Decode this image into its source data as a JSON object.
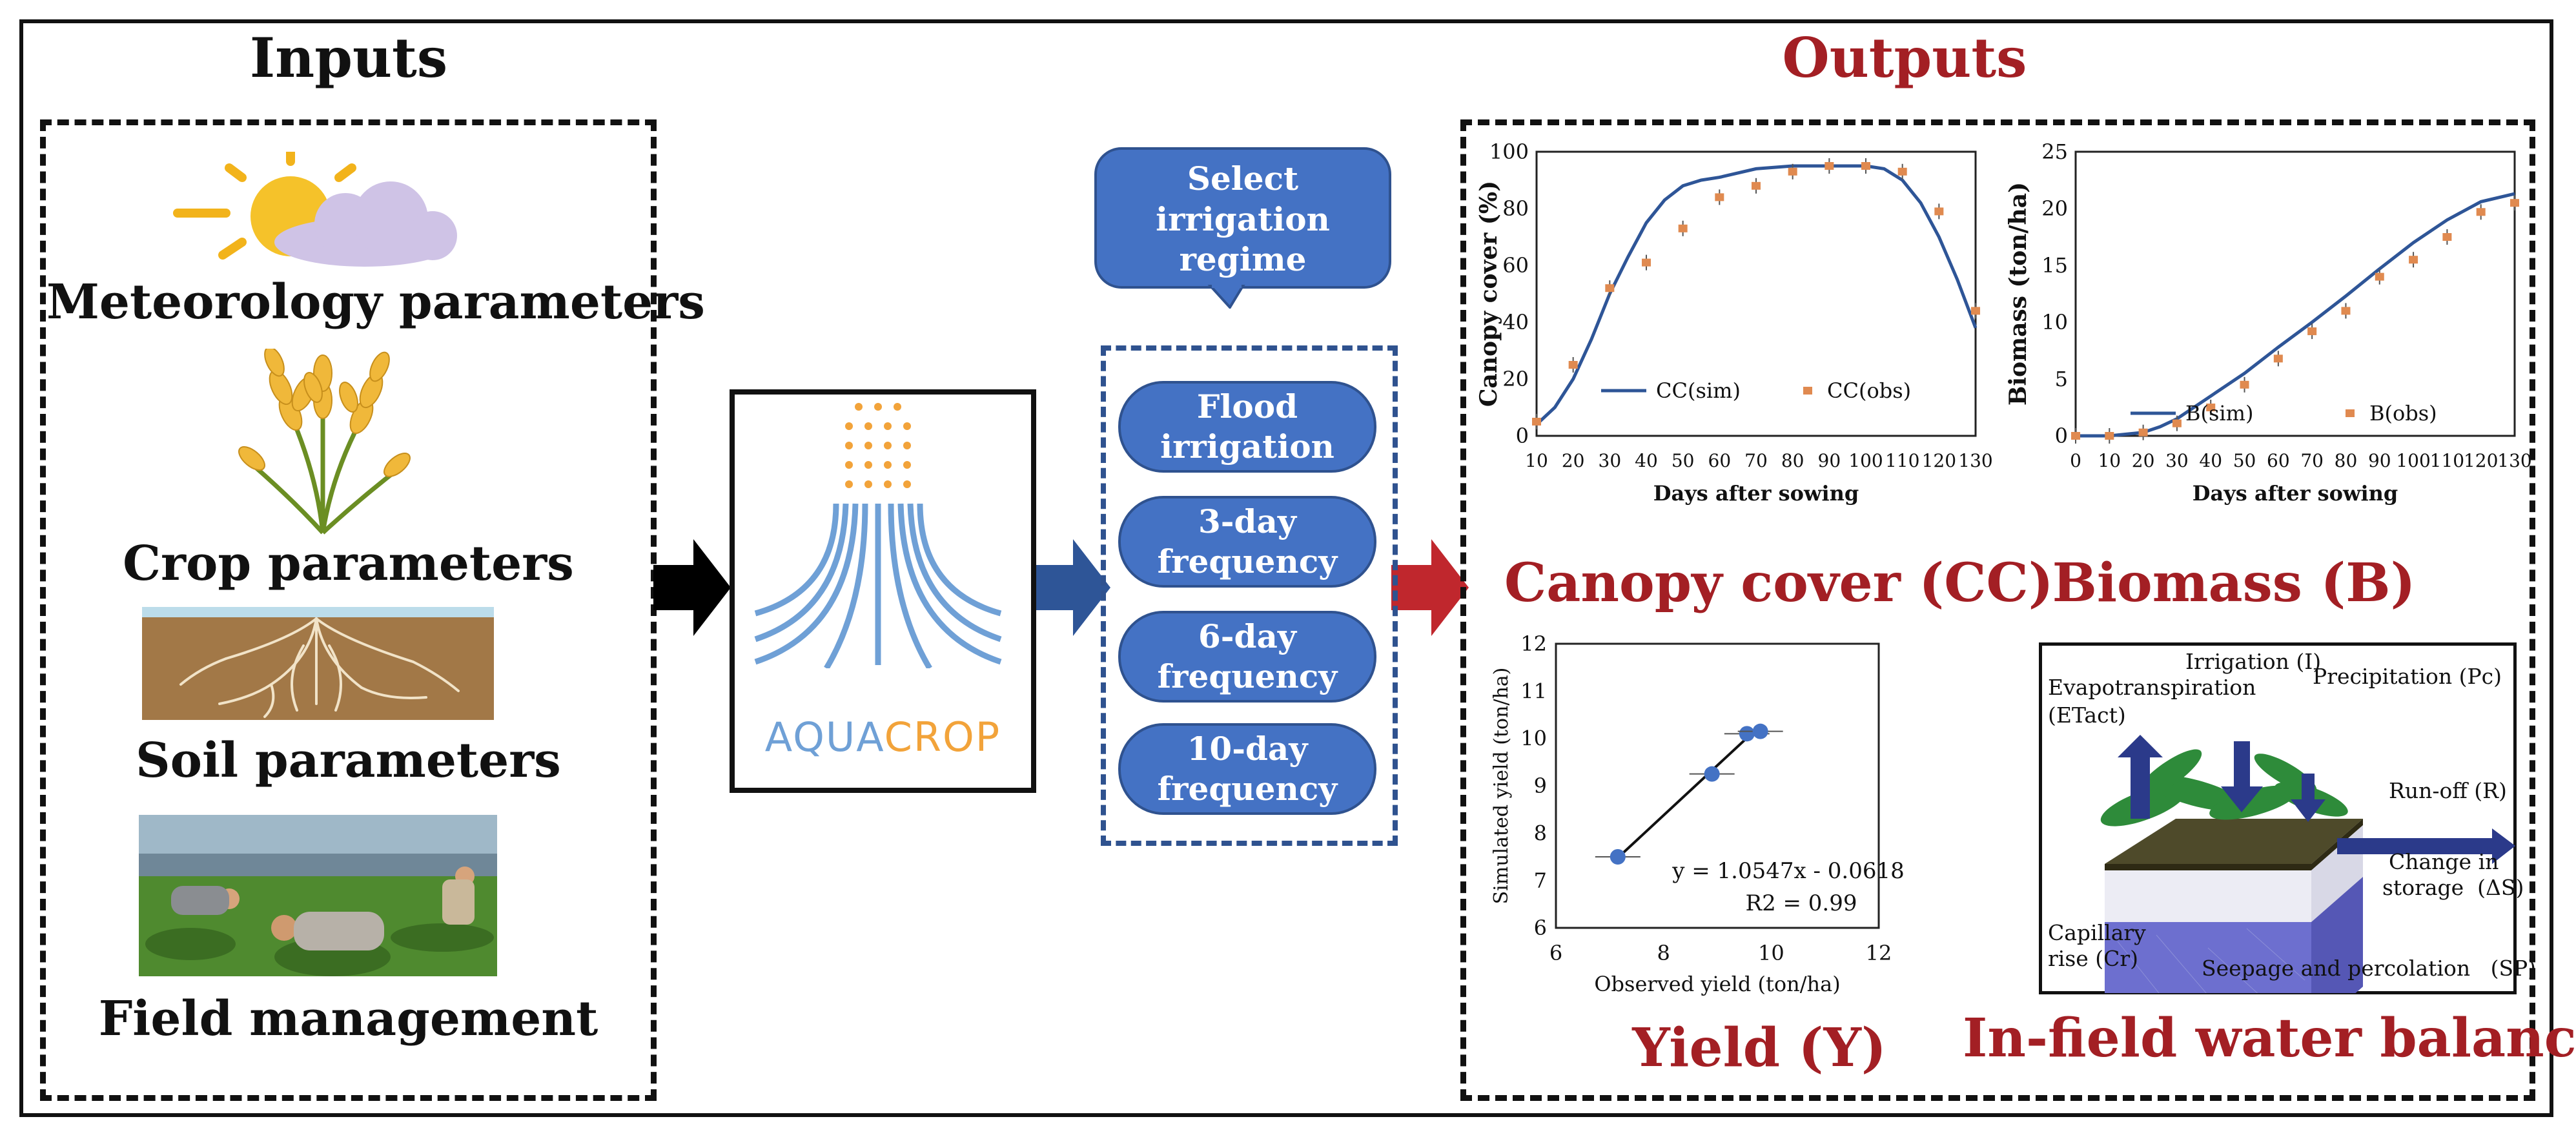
{
  "inputs": {
    "heading": "Inputs",
    "items": [
      {
        "label": "Meteorology parameters",
        "icon": "sun-cloud-icon"
      },
      {
        "label": "Crop parameters",
        "icon": "wheat-icon"
      },
      {
        "label": "Soil parameters",
        "icon": "soil-roots-icon"
      },
      {
        "label": "Field management",
        "icon": "field-workers-photo"
      }
    ]
  },
  "model": {
    "logo_part1": "AQUA",
    "logo_part2": "CROP"
  },
  "irrigation": {
    "prompt": "Select irrigation regime",
    "options": [
      "Flood irrigation",
      "3-day frequency",
      "6-day frequency",
      "10-day frequency"
    ]
  },
  "outputs": {
    "heading": "Outputs",
    "canopy_label": "Canopy cover (CC)",
    "biomass_label": "Biomass (B)",
    "yield_label": "Yield (Y)",
    "balance_label": "In-field water balance"
  },
  "colors": {
    "accent_red": "#a31f24",
    "blue": "#4472c4",
    "line_blue": "#2e5597",
    "obs_orange": "#e08a50",
    "logo_blue": "#6fa0d6",
    "logo_orange": "#f2a33a"
  },
  "water_balance": {
    "irrigation": "Irrigation (I)",
    "evapotranspiration": "Evapotranspiration",
    "etact": "(ETact)",
    "precipitation": "Precipitation (Pc)",
    "runoff": "Run-off (R)",
    "change_storage": "Change in",
    "storage": "storage",
    "delta_s": "(ΔS)",
    "capillary": "Capillary",
    "rise": "rise (Cr)",
    "seepage": "Seepage and percolation",
    "sp": "(SP)"
  },
  "chart_data": [
    {
      "type": "line",
      "ylabel": "Canopy cover (%)",
      "xlabel": "Days after sowing",
      "xlim": [
        10,
        130
      ],
      "ylim": [
        0,
        100
      ],
      "xticks": [
        10,
        20,
        30,
        40,
        50,
        60,
        70,
        80,
        90,
        100,
        110,
        120,
        130
      ],
      "yticks": [
        0,
        20,
        40,
        60,
        80,
        100
      ],
      "series": [
        {
          "name": "CC(sim)",
          "kind": "line",
          "x": [
            10,
            15,
            20,
            25,
            30,
            35,
            40,
            45,
            50,
            55,
            60,
            70,
            80,
            90,
            100,
            105,
            110,
            115,
            120,
            125,
            130
          ],
          "y": [
            4,
            10,
            20,
            34,
            50,
            63,
            75,
            83,
            88,
            90,
            91,
            94,
            95,
            95,
            95,
            94,
            90,
            82,
            70,
            55,
            38
          ]
        },
        {
          "name": "CC(obs)",
          "kind": "scatter",
          "x": [
            10,
            20,
            30,
            40,
            50,
            60,
            70,
            80,
            90,
            100,
            110,
            120,
            130
          ],
          "y": [
            5,
            25,
            52,
            61,
            73,
            84,
            88,
            93,
            95,
            95,
            93,
            79,
            44
          ]
        }
      ],
      "legend": "bottom"
    },
    {
      "type": "line",
      "ylabel": "Biomass (ton/ha)",
      "xlabel": "Days after sowing",
      "xlim": [
        0,
        130
      ],
      "ylim": [
        0,
        25
      ],
      "xticks": [
        0,
        10,
        20,
        30,
        40,
        50,
        60,
        70,
        80,
        90,
        100,
        110,
        120,
        130
      ],
      "yticks": [
        0,
        5,
        10,
        15,
        20,
        25
      ],
      "series": [
        {
          "name": "B(sim)",
          "kind": "line",
          "x": [
            0,
            10,
            20,
            25,
            30,
            40,
            50,
            60,
            70,
            80,
            90,
            100,
            110,
            120,
            130
          ],
          "y": [
            0,
            0,
            0.3,
            0.8,
            1.5,
            3.5,
            5.5,
            7.8,
            10,
            12.3,
            14.7,
            17,
            19,
            20.6,
            21.3
          ]
        },
        {
          "name": "B(obs)",
          "kind": "scatter",
          "x": [
            0,
            10,
            20,
            30,
            40,
            50,
            60,
            70,
            80,
            90,
            100,
            110,
            120,
            130
          ],
          "y": [
            0,
            0,
            0.3,
            1.1,
            2.5,
            4.5,
            6.8,
            9.2,
            11,
            14,
            15.5,
            17.5,
            19.7,
            20.5
          ]
        }
      ],
      "legend": "bottom"
    },
    {
      "type": "scatter",
      "ylabel": "Simulated yield (ton/ha)",
      "xlabel": "Observed yield (ton/ha)",
      "xlim": [
        6,
        12
      ],
      "ylim": [
        6,
        12
      ],
      "xticks": [
        6,
        8,
        10,
        12
      ],
      "yticks": [
        6,
        7,
        8,
        9,
        10,
        11,
        12
      ],
      "points": {
        "x": [
          7.15,
          8.9,
          9.55,
          9.8
        ],
        "y": [
          7.5,
          9.25,
          10.1,
          10.15
        ]
      },
      "trendline": {
        "slope": 1.0547,
        "intercept": -0.0618,
        "x_range": [
          7.15,
          9.8
        ]
      },
      "equation": "y = 1.0547x - 0.0618",
      "r2": "R2 = 0.99"
    }
  ]
}
